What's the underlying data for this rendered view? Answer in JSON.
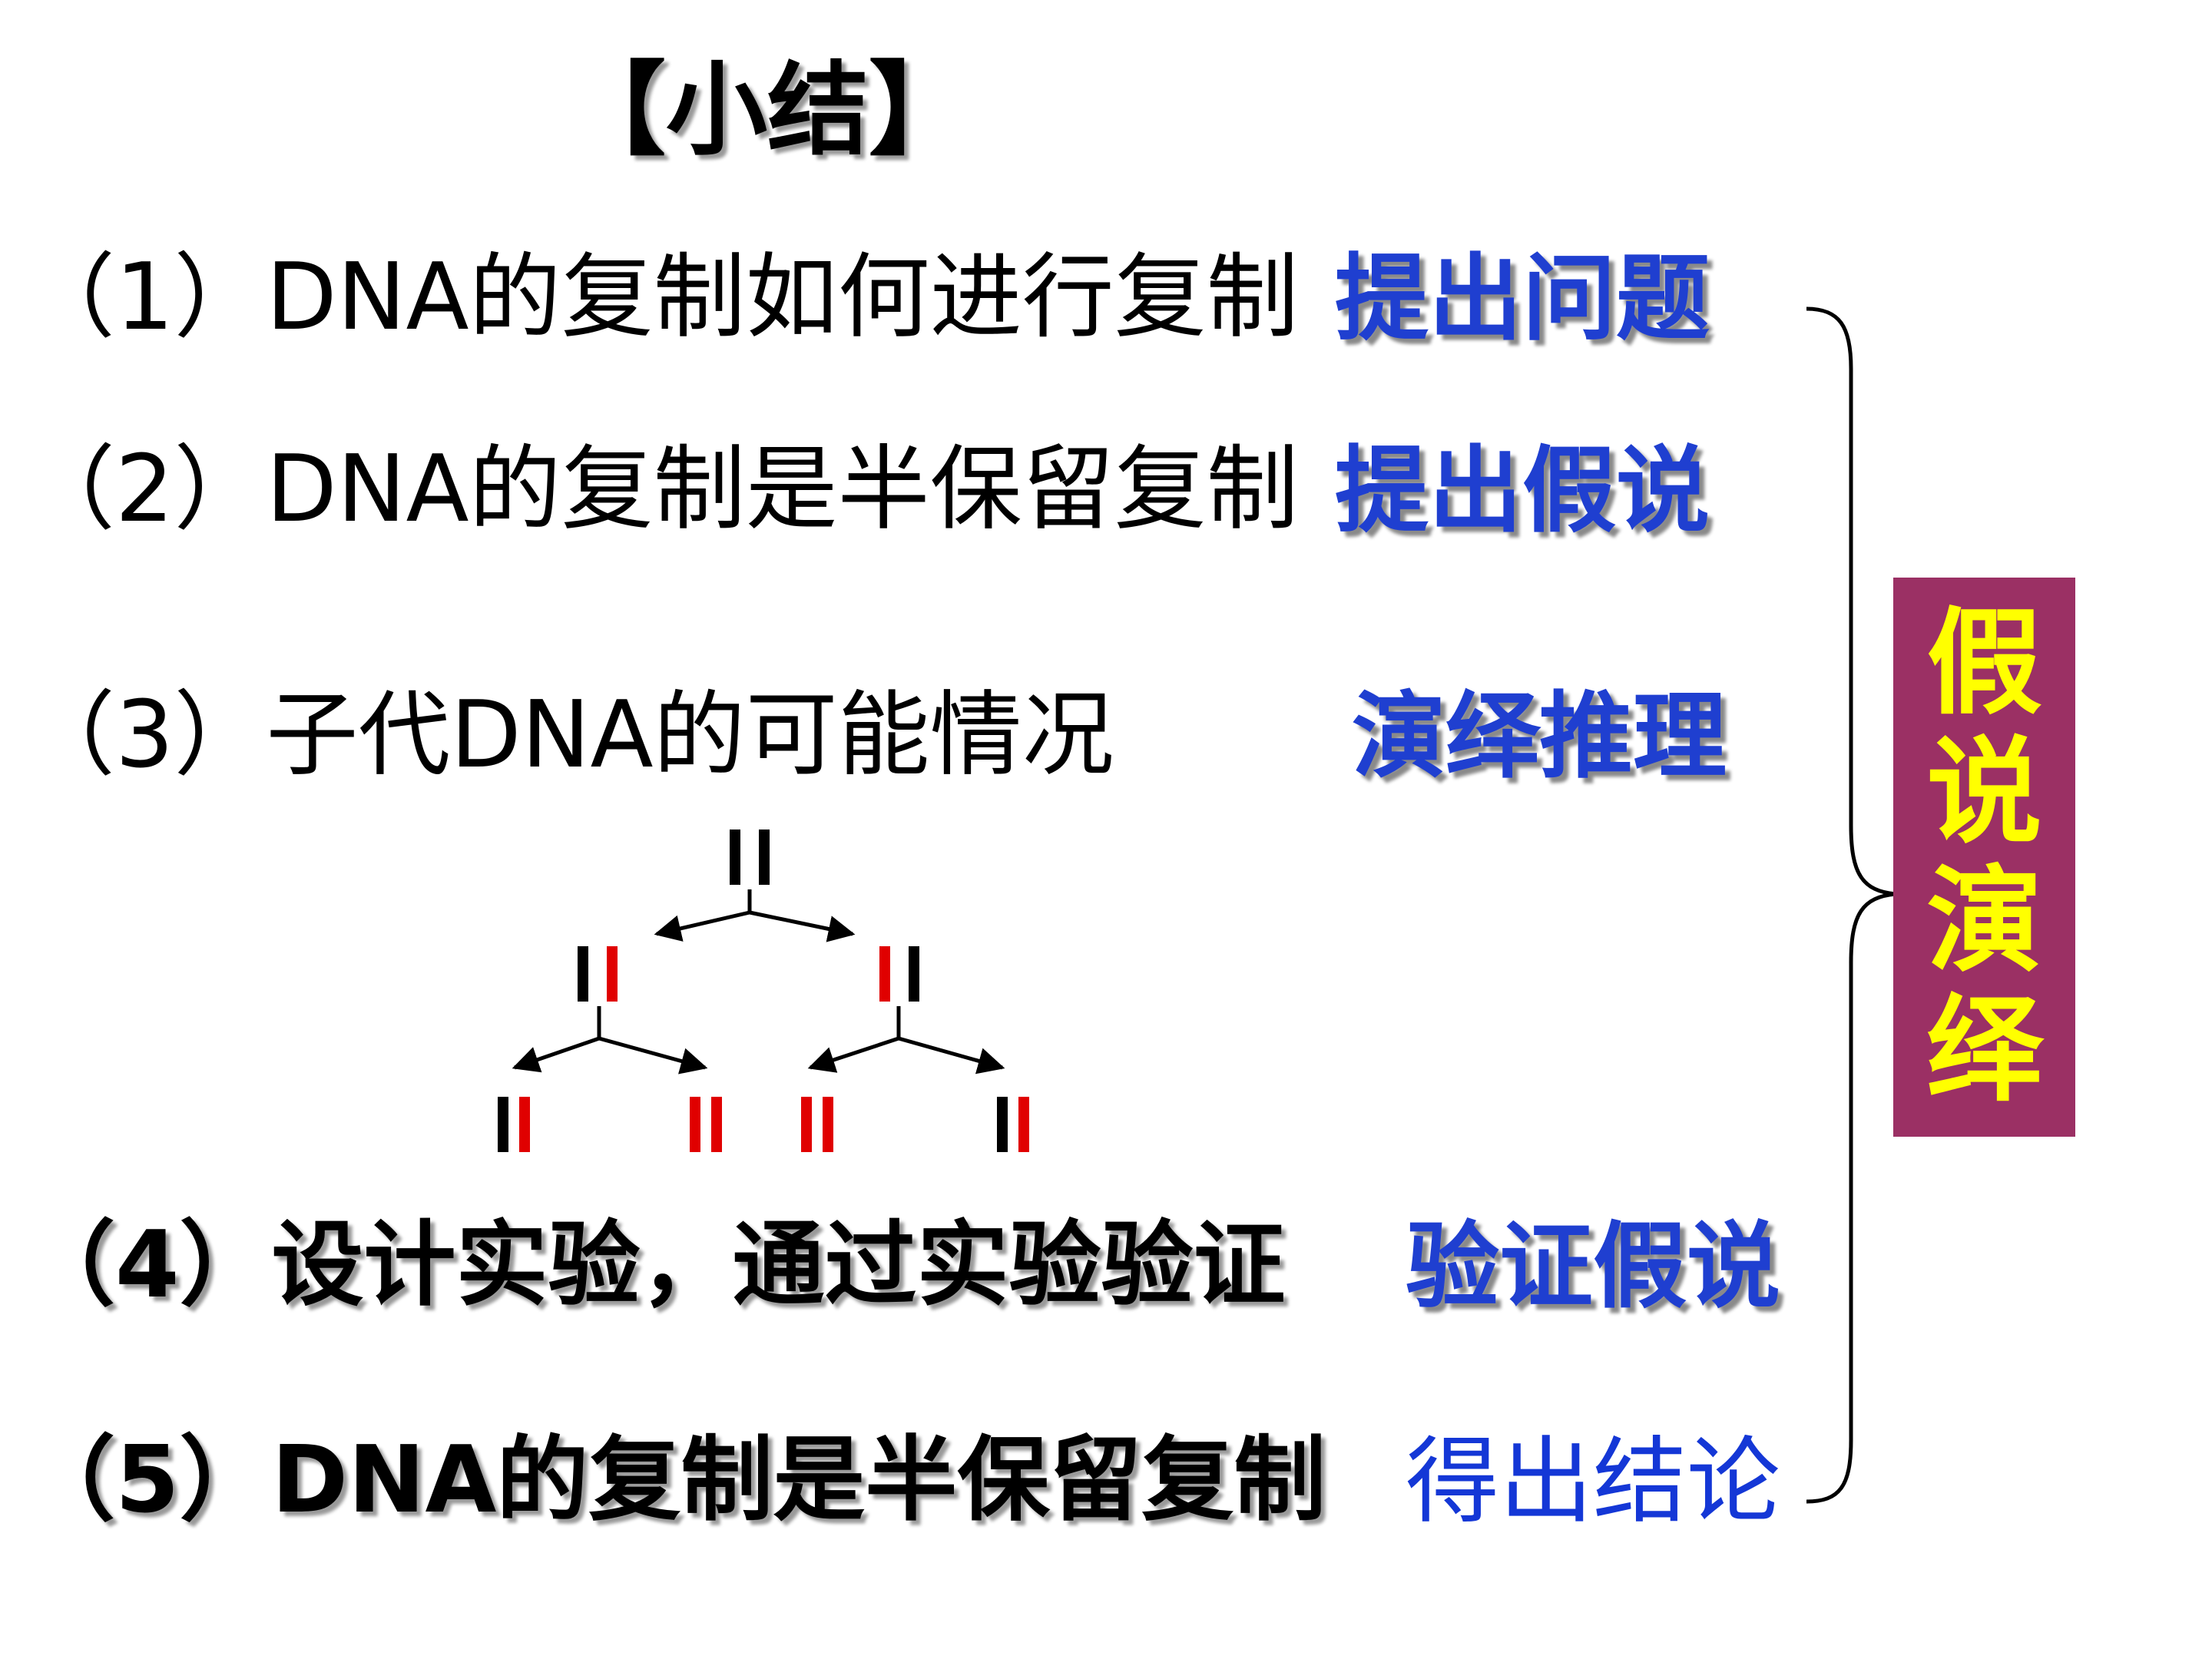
{
  "title": "【小结】",
  "steps": [
    {
      "text": "（1）DNA的复制如何进行复制",
      "label": "提出问题"
    },
    {
      "text": "（2）DNA的复制是半保留复制",
      "label": "提出假说"
    },
    {
      "text": "（3）子代DNA的可能情况",
      "label": "演绎推理"
    },
    {
      "text": "（4）设计实验，通过实验验证",
      "label": "验证假说"
    },
    {
      "text": "（5）DNA的复制是半保留复制",
      "label": "得出结论"
    }
  ],
  "summary_chars": [
    "假",
    "说",
    "演",
    "绎"
  ],
  "colors": {
    "label_blue": "#1f3fd0",
    "summary_bg": "#9b3064",
    "summary_text": "#ffff00",
    "old_strand": "#000000",
    "new_strand": "#e00000"
  }
}
